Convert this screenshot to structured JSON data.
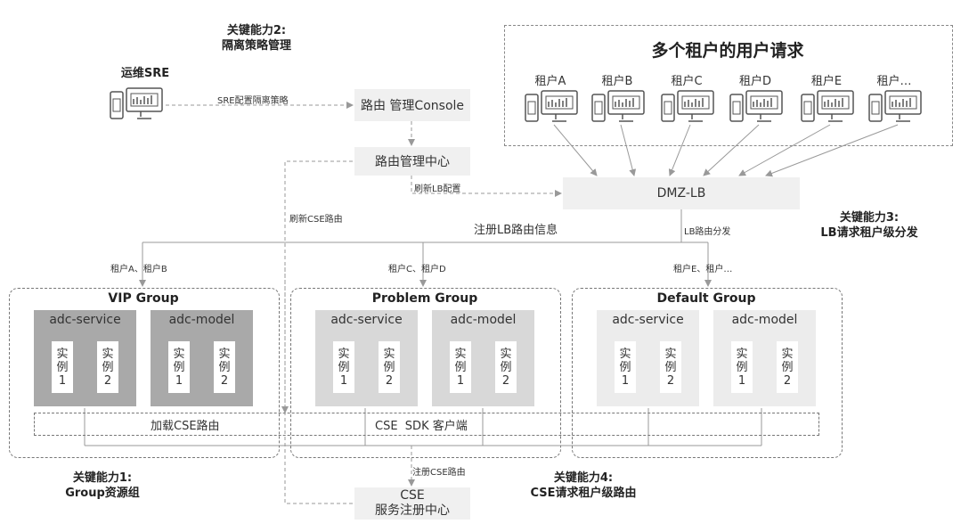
{
  "capabilities": {
    "cap2": {
      "line1": "关键能力2:",
      "line2": "隔离策略管理"
    },
    "cap3": {
      "line1": "关键能力3:",
      "line2": "LB请求租户级分发"
    },
    "cap1": {
      "line1": "关键能力1:",
      "line2": "Group资源组"
    },
    "cap4": {
      "line1": "关键能力4:",
      "line2": "CSE请求租户级路由"
    }
  },
  "sre": {
    "label": "运维SRE",
    "icon": "monitor-icon"
  },
  "nodes": {
    "console": "路由 管理Console",
    "center": "路由管理中心",
    "dmz": "DMZ-LB",
    "cse_line1": "CSE",
    "cse_line2": "服务注册中心"
  },
  "edge_labels": {
    "sre_policy": "SRE配置隔离策略",
    "refresh_lb": "刷新LB配置",
    "refresh_cse": "刷新CSE路由",
    "register_lb": "注册LB路由信息",
    "lb_dispatch": "LB路由分发",
    "register_cse": "注册CSE路由",
    "tenants_ab": "租户A、租户B",
    "tenants_cd": "租户C、租户D",
    "tenants_e": "租户E、租户…"
  },
  "tenants": {
    "title": "多个租户的用户请求",
    "items": [
      "租户A",
      "租户B",
      "租户C",
      "租户D",
      "租户E",
      "租户…"
    ]
  },
  "groups": [
    {
      "title": "VIP Group",
      "services": [
        {
          "name": "adc-service",
          "instances": [
            [
              "实",
              "例",
              "1"
            ],
            [
              "实",
              "例",
              "2"
            ]
          ]
        },
        {
          "name": "adc-model",
          "instances": [
            [
              "实",
              "例",
              "1"
            ],
            [
              "实",
              "例",
              "2"
            ]
          ]
        }
      ]
    },
    {
      "title": "Problem Group",
      "services": [
        {
          "name": "adc-service",
          "instances": [
            [
              "实",
              "例",
              "1"
            ],
            [
              "实",
              "例",
              "2"
            ]
          ]
        },
        {
          "name": "adc-model",
          "instances": [
            [
              "实",
              "例",
              "1"
            ],
            [
              "实",
              "例",
              "2"
            ]
          ]
        }
      ]
    },
    {
      "title": "Default Group",
      "services": [
        {
          "name": "adc-service",
          "instances": [
            [
              "实",
              "例",
              "1"
            ],
            [
              "实",
              "例",
              "2"
            ]
          ]
        },
        {
          "name": "adc-model",
          "instances": [
            [
              "实",
              "例",
              "1"
            ],
            [
              "实",
              "例",
              "2"
            ]
          ]
        }
      ]
    }
  ],
  "sdk_bar": {
    "load_label": "加载CSE路由",
    "sdk_label": "CSE  SDK 客户端"
  },
  "colors": {
    "vip_service": "#a9a9a9",
    "problem_service": "#d8d8d8",
    "default_service": "#ececec",
    "node_bg": "#f0f0f0",
    "line": "#999999"
  }
}
